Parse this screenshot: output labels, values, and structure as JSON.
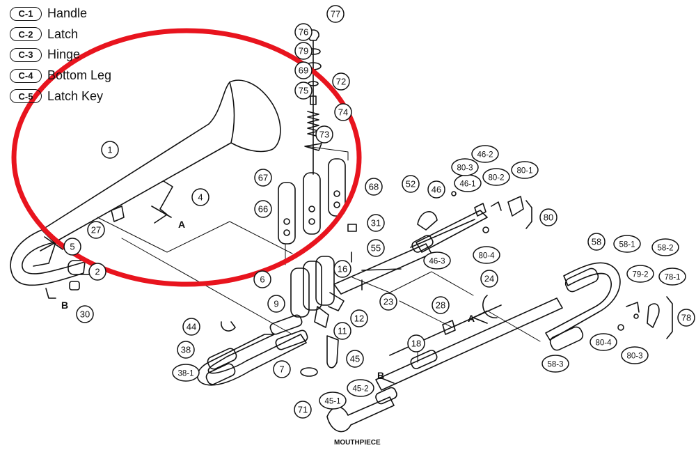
{
  "legend": [
    {
      "code": "C-1",
      "label": "Handle"
    },
    {
      "code": "C-2",
      "label": "Latch"
    },
    {
      "code": "C-3",
      "label": "Hinge"
    },
    {
      "code": "C-4",
      "label": "Bottom Leg"
    },
    {
      "code": "C-5",
      "label": "Latch Key"
    }
  ],
  "parts": [
    "77",
    "76",
    "79",
    "69",
    "75",
    "72",
    "74",
    "73",
    "1",
    "4",
    "67",
    "68",
    "66",
    "27",
    "5",
    "2",
    "30",
    "6",
    "31",
    "55",
    "16",
    "9",
    "44",
    "38",
    "38-1",
    "7",
    "11",
    "12",
    "23",
    "45",
    "45-1",
    "45-2",
    "71",
    "52",
    "46",
    "46-1",
    "46-2",
    "80-2",
    "80-3",
    "80-1",
    "80",
    "46-3",
    "80-4",
    "24",
    "28",
    "18",
    "58",
    "58-1",
    "58-2",
    "79-2",
    "78-1",
    "78",
    "80-4",
    "80-3",
    "58-3"
  ],
  "markers": [
    "A",
    "B",
    "A",
    "B"
  ],
  "mouthpiece_label": "MOUTHPIECE",
  "highlight_color": "#e8141e",
  "line_color": "#111111"
}
